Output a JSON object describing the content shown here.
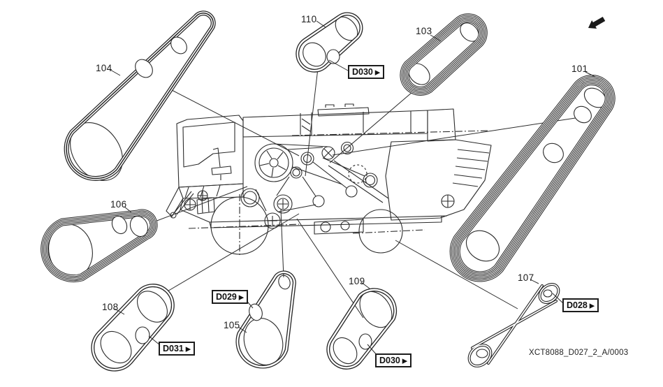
{
  "code": "XCT8088_D027_2_A/0003",
  "part_labels": {
    "p101": "101",
    "p103": "103",
    "p104": "104",
    "p105": "105",
    "p106": "106",
    "p107": "107",
    "p108": "108",
    "p109": "109",
    "p110": "110"
  },
  "ref_boxes": {
    "top_d030": {
      "label": "D030",
      "arrow": "▶"
    },
    "d029": {
      "label": "D029",
      "arrow": "▶"
    },
    "d031": {
      "label": "D031",
      "arrow": "▶"
    },
    "bottom_d030": {
      "label": "D030",
      "arrow": "▶"
    },
    "d028": {
      "label": "D028",
      "arrow": "▶"
    }
  },
  "colors": {
    "line": "#2b2b2b",
    "background": "#ffffff"
  }
}
